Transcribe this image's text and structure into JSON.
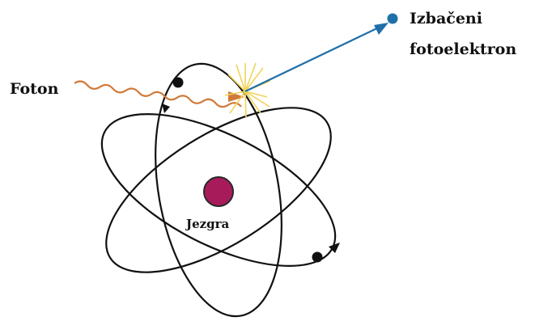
{
  "labels": {
    "photon": "Foton",
    "ejected_line1": "Izbačeni",
    "ejected_line2": "fotoelektron",
    "nucleus": "Jezgra"
  },
  "colors": {
    "orbit": "#111111",
    "electron": "#111111",
    "nucleus_fill": "#a81b5a",
    "nucleus_stroke": "#2a2a2a",
    "photon_wave": "#d07a3a",
    "collision_flash": "#f2d35a",
    "ejected_path": "#1f6fa8",
    "ejected_electron": "#1f6fa8"
  },
  "icons": {
    "collision": "starburst-icon"
  }
}
